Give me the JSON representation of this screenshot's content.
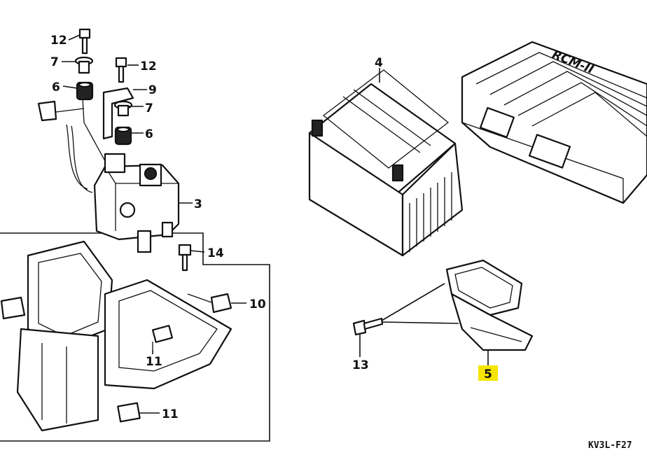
{
  "diagram": {
    "callouts": {
      "c12a": "12",
      "c7a": "7",
      "c6a": "6",
      "c12b": "12",
      "c9": "9",
      "c7b": "7",
      "c6b": "6",
      "c3": "3",
      "c4": "4",
      "c14": "14",
      "c10": "10",
      "c11a": "11",
      "c11b": "11",
      "c13": "13",
      "c5": "5"
    },
    "ecu_logo": "RCM-II",
    "drawing_code": "KV3L-F27",
    "highlight_color": "#f5e500"
  }
}
